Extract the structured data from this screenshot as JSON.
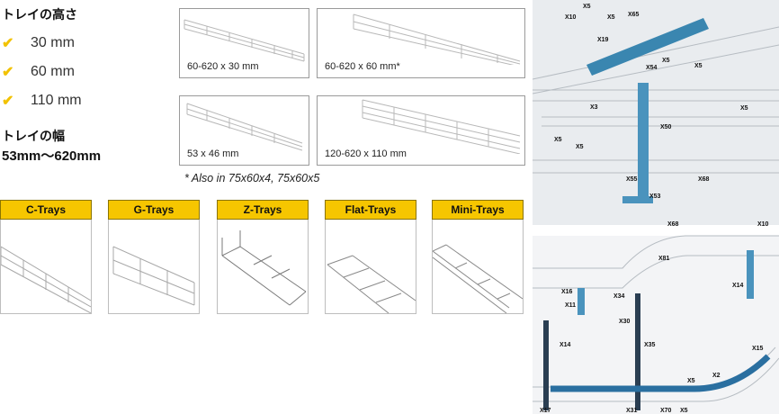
{
  "heights": {
    "title": "トレイの高さ",
    "items": [
      "30 mm",
      "60 mm",
      "110 mm"
    ]
  },
  "widths": {
    "title": "トレイの幅",
    "range": "53mm〜620mm"
  },
  "cards": [
    {
      "label": "60-620 x 30 mm"
    },
    {
      "label": "60-620 x 60 mm*"
    },
    {
      "label": "53 x 46 mm"
    },
    {
      "label": "120-620 x 110 mm"
    }
  ],
  "footnote": "* Also in 75x60x4, 75x60x5",
  "trays": [
    {
      "label": "C-Trays"
    },
    {
      "label": "G-Trays"
    },
    {
      "label": "Z-Trays"
    },
    {
      "label": "Flat-Trays"
    },
    {
      "label": "Mini-Trays"
    }
  ],
  "scene_labels": [
    "X5",
    "X10",
    "X5",
    "X65",
    "X19",
    "X54",
    "X5",
    "X3",
    "X50",
    "X5",
    "X5",
    "X5",
    "X5",
    "X55",
    "X68",
    "X53",
    "X68",
    "X10",
    "X81",
    "X16",
    "X34",
    "X11",
    "X14",
    "X30",
    "X14",
    "X35",
    "X15",
    "X5",
    "X2",
    "X17",
    "X31",
    "X70",
    "X5"
  ],
  "colors": {
    "accent": "#f6c600",
    "steel": "#3a86b0"
  }
}
